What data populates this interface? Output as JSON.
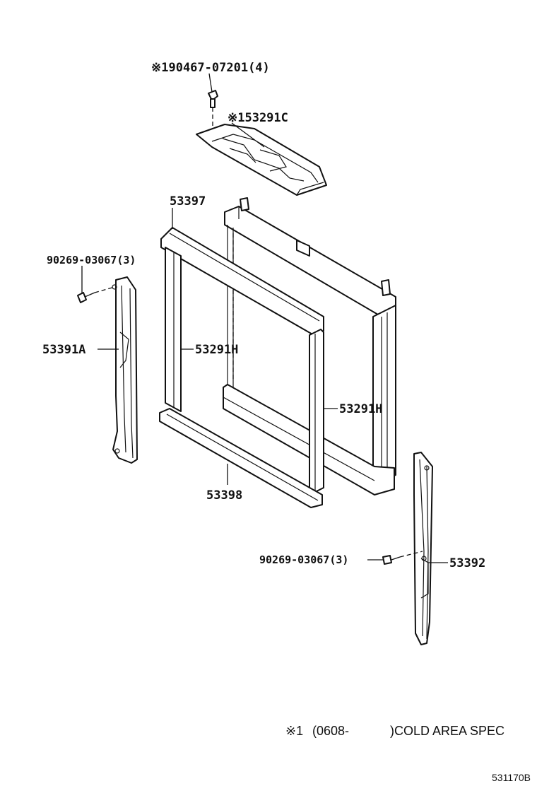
{
  "labels": {
    "clip_top": "※190467-07201(4)",
    "seal_top": "※153291C",
    "seal_upper": "53397",
    "screw_left": "90269-03067(3)",
    "seal_left": "53391A",
    "seal_side_left": "53291H",
    "seal_side_right": "53291H",
    "seal_lower": "53398",
    "screw_right": "90269-03067(3)",
    "seal_right": "53392"
  },
  "footnote": {
    "mark": "※1",
    "range_open": "(0608-",
    "range_close": ")COLD AREA SPEC"
  },
  "diagram_code": "531170B"
}
